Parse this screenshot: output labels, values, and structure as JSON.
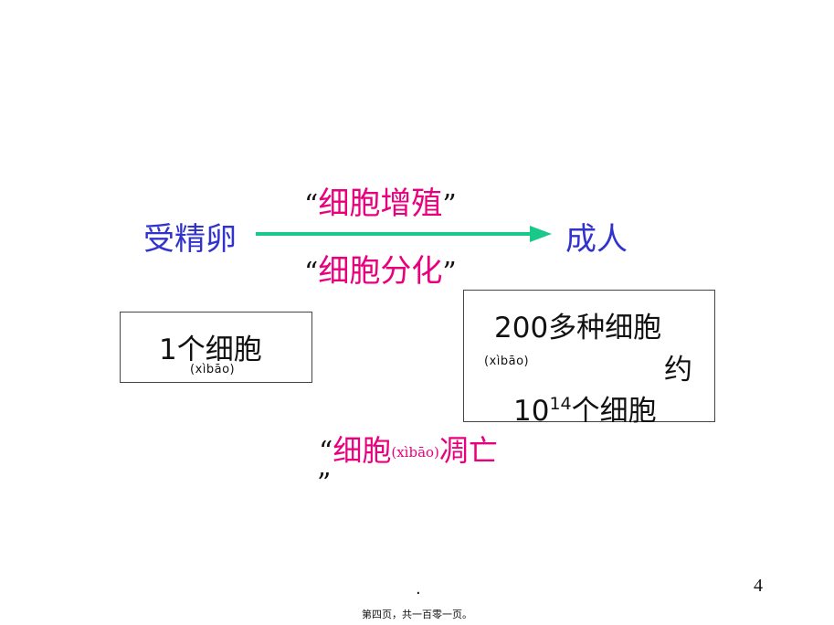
{
  "slide": {
    "start_label": "受精卵",
    "end_label": "成人",
    "arrow_color": "#19c98a",
    "proliferation": {
      "open_quote": "“",
      "text": "细胞增殖",
      "close_quote": "”"
    },
    "differentiation": {
      "open_quote": "“",
      "text": "细胞分化",
      "close_quote": "”"
    },
    "left_box": {
      "main": "1个细胞",
      "pinyin": "(xìbāo)"
    },
    "right_box": {
      "line1": "200多种细胞",
      "pinyin": "(xìbāo)",
      "about": "约",
      "count_base": "10",
      "count_exp": "14",
      "count_suffix": "个细胞"
    },
    "apoptosis": {
      "open_quote": "“",
      "part1": "细胞",
      "pinyin": "(xìbāo)",
      "part2": "凋亡",
      "close_quote": "”"
    },
    "dot": ".",
    "page_number": "4",
    "footer": "第四页，共一百零一页。"
  },
  "colors": {
    "magenta": "#e8007d",
    "blue": "#3232cc",
    "arrow": "#19c98a"
  }
}
